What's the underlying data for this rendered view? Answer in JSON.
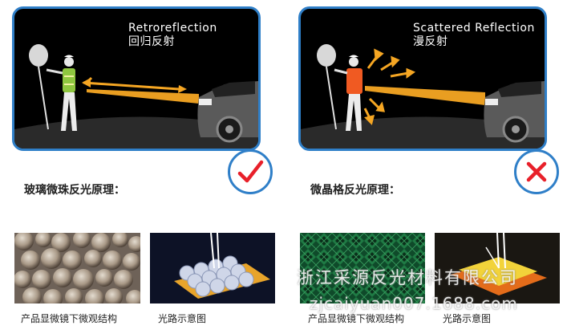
{
  "left_panel": {
    "title_en": "Retroreflection",
    "title_cn": "回归反射",
    "result": "check-icon",
    "caption": "玻璃微珠反光原理："
  },
  "right_panel": {
    "title_en": "Scattered Reflection",
    "title_cn": "漫反射",
    "result": "cross-icon",
    "caption": "微晶格反光原理："
  },
  "thumbnails": [
    {
      "caption": "产品显微镜下微观结构",
      "icon": "glass-bead-microscope-image"
    },
    {
      "caption": "光路示意图",
      "icon": "bead-light-path-diagram"
    },
    {
      "caption": "产品显微镜下微观结构",
      "icon": "prism-microscope-image"
    },
    {
      "caption": "光路示意图",
      "icon": "prism-light-path-diagram"
    }
  ],
  "watermark": {
    "line1": "浙江采源反光材料有限公司",
    "line2": "zjcaiyuan007.1688.com"
  },
  "colors": {
    "frame_blue": "#2f7fc8",
    "beam_orange": "#f5a623",
    "check_red": "#e8202a",
    "vest_green": "#8ec63f",
    "vest_orange": "#f05a22"
  }
}
